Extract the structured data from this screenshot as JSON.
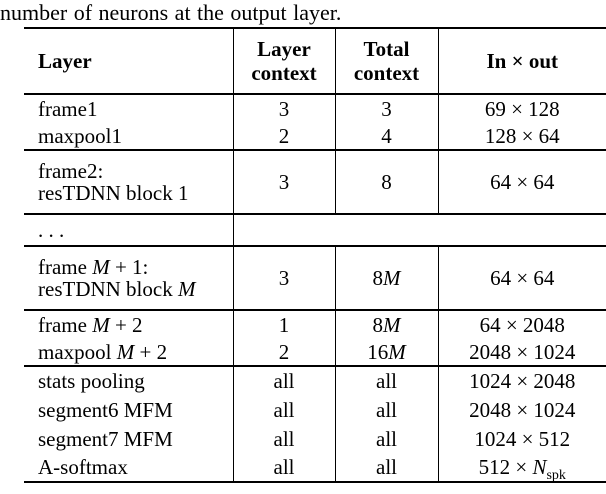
{
  "caption": "number of neurons at the output layer.",
  "table": {
    "headers": {
      "layer": "Layer",
      "layer_context": "Layer\ncontext",
      "total_context": "Total\ncontext",
      "in_out": "In × out"
    },
    "rows": [
      {
        "layer": "frame1",
        "layer_ctx": "3",
        "total_ctx": "3",
        "in_out": "69 × 128"
      },
      {
        "layer": "maxpool1",
        "layer_ctx": "2",
        "total_ctx": "4",
        "in_out": "128 × 64",
        "group_end": true
      },
      {
        "layer": "frame2:\nresTDNN block 1",
        "layer_ctx": "3",
        "total_ctx": "8",
        "in_out": "64 × 64",
        "group_end": true,
        "tall": true
      },
      {
        "layer": ". . .",
        "layer_ctx": "",
        "total_ctx": "",
        "in_out": "",
        "group_end": true,
        "dots": true
      },
      {
        "layer": "frame *M* + 1:\nresTDNN block *M*",
        "layer_ctx": "3",
        "total_ctx": "8*M*",
        "in_out": "64 × 64",
        "group_end": true,
        "tall": true
      },
      {
        "layer": "frame *M* + 2",
        "layer_ctx": "1",
        "total_ctx": "8*M*",
        "in_out": "64 × 2048"
      },
      {
        "layer": "maxpool *M* + 2",
        "layer_ctx": "2",
        "total_ctx": "16*M*",
        "in_out": "2048 × 1024",
        "group_end": true
      },
      {
        "layer": "stats pooling",
        "layer_ctx": "all",
        "total_ctx": "all",
        "in_out": "1024 × 2048",
        "h29": true
      },
      {
        "layer": "segment6 MFM",
        "layer_ctx": "all",
        "total_ctx": "all",
        "in_out": "2048 × 1024",
        "h29": true
      },
      {
        "layer": "segment7 MFM",
        "layer_ctx": "all",
        "total_ctx": "all",
        "in_out": "1024 × 512",
        "h29": true
      },
      {
        "layer": "A-softmax",
        "layer_ctx": "all",
        "total_ctx": "all",
        "in_out": "512 × *N*~spk~",
        "group_end": true,
        "h29": true
      }
    ]
  }
}
